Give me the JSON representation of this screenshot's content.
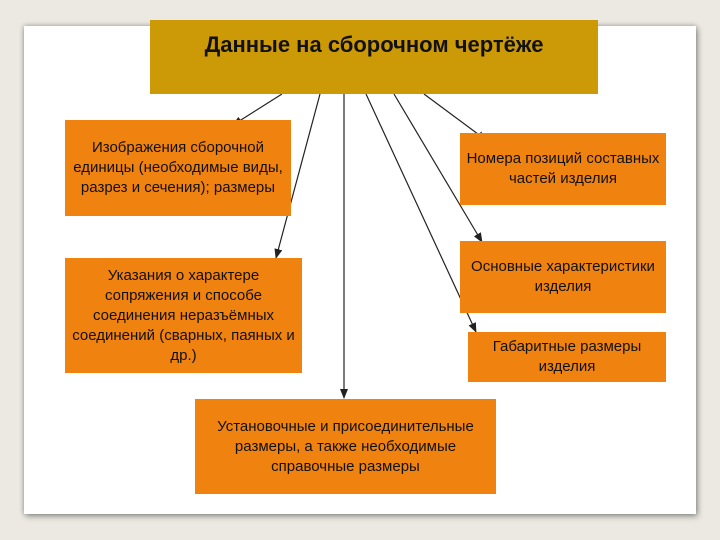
{
  "title": "Данные на сборочном чертёже",
  "items": {
    "images": "Изображения сборочной единицы (необходимые виды, разрез и сечения); размеры",
    "positions": "Номера позиций составных частей изделия",
    "joints": "Указания о характере сопряжения и способе соединения неразъёмных соединений (сварных, паяных и др.)",
    "characteristics": "Основные характеристики изделия",
    "overall": "Габаритные размеры изделия",
    "install": "Установочные и присоединительные размеры, а также необходимые справочные размеры"
  },
  "colors": {
    "title_fill": "#cc9a06",
    "box_fill": "#f0820f",
    "background": "#ffffff"
  }
}
